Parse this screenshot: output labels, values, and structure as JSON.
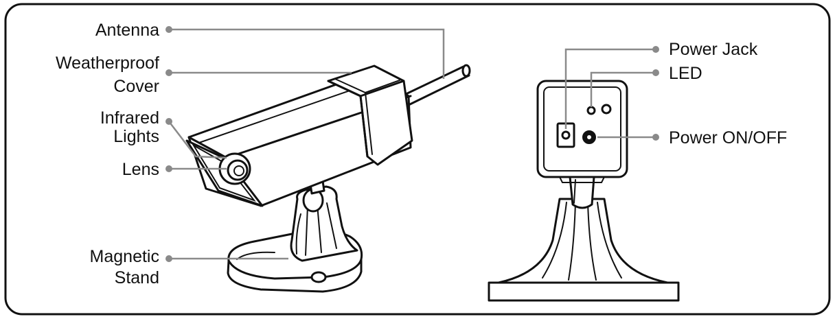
{
  "labels": {
    "antenna": "Antenna",
    "weatherproof_cover_line1": "Weatherproof",
    "weatherproof_cover_line2": "Cover",
    "infrared_lights_line1": "Infrared",
    "infrared_lights_line2": "Lights",
    "lens": "Lens",
    "magnetic_stand_line1": "Magnetic",
    "magnetic_stand_line2": "Stand",
    "power_jack": "Power Jack",
    "led": "LED",
    "power_on_off": "Power ON/OFF"
  },
  "colors": {
    "outline": "#111111",
    "leader": "#8a8a8a",
    "background": "#ffffff"
  }
}
